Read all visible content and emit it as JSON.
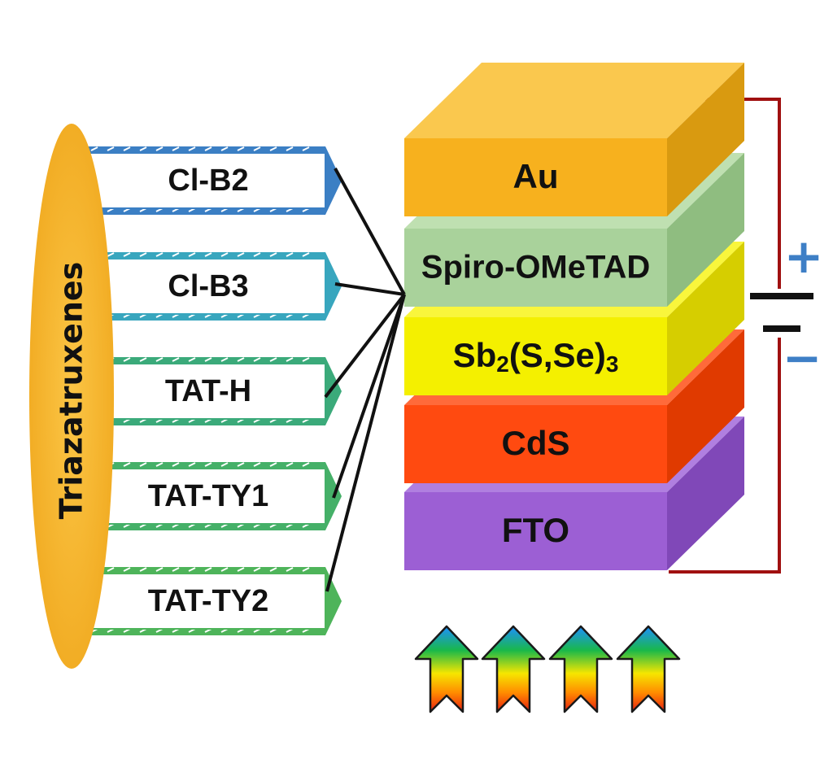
{
  "ellipse": {
    "label": "Triazatruxenes",
    "color": "#F6B52E"
  },
  "molecules": [
    {
      "label": "Cl-B2",
      "color": "#3B7FC4"
    },
    {
      "label": "Cl-B3",
      "color": "#38A6BE"
    },
    {
      "label": "TAT-H",
      "color": "#3BAA7A"
    },
    {
      "label": "TAT-TY1",
      "color": "#45B068"
    },
    {
      "label": "TAT-TY2",
      "color": "#4EB45A"
    }
  ],
  "layers": [
    {
      "label": "Au",
      "front": "#F7B11E",
      "top": "#FAC84E",
      "side": "#D99A10"
    },
    {
      "label": "Spiro-OMeTAD",
      "front": "#A9D29B",
      "top": "#BFE0B1",
      "side": "#8FBD80"
    },
    {
      "label_main": "Sb",
      "label_sub1": "2",
      "label_mid": "(S,Se)",
      "label_sub2": "3",
      "front": "#F4F000",
      "top": "#F9F63C",
      "side": "#D6CE00"
    },
    {
      "label": "CdS",
      "front": "#FF4A10",
      "top": "#FF6A3A",
      "side": "#E03A00"
    },
    {
      "label": "FTO",
      "front": "#9C5FD4",
      "top": "#B07FE0",
      "side": "#8048B8"
    }
  ],
  "battery": {
    "plus": "+",
    "minus": "−",
    "sign_color": "#3E7FC6",
    "wire_color": "#A01010"
  },
  "light_arrows": 4
}
